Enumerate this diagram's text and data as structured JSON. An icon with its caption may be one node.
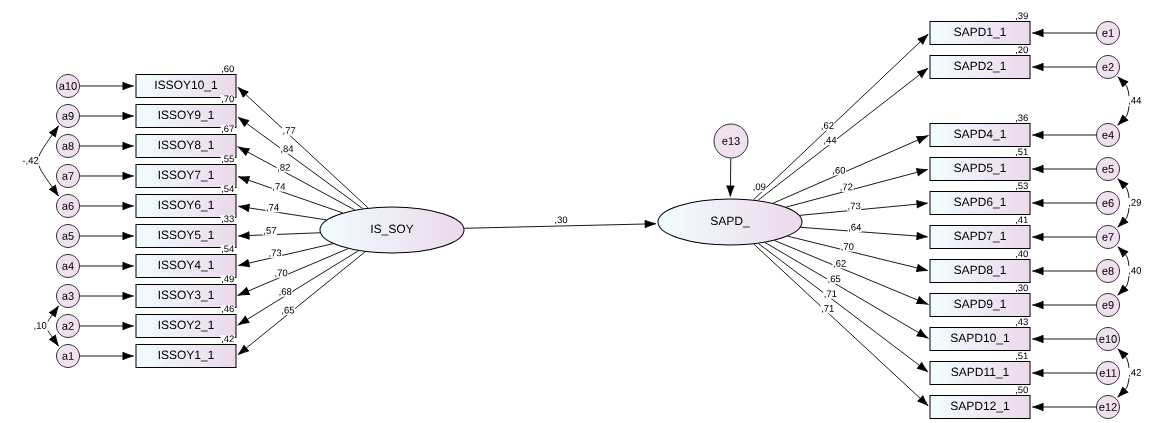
{
  "diagram": {
    "nodes": [
      {
        "text": [
          "IS_SOY"
        ]
      },
      {
        "text": [
          "SAPD_"
        ],
        "beside": [
          ",09"
        ]
      },
      {
        "text": [
          "e13"
        ]
      },
      {
        "text": [
          "ISSOY10_1"
        ],
        "beside": [
          ",60"
        ]
      },
      {
        "text": [
          "ISSOY9_1"
        ],
        "beside": [
          ",70"
        ]
      },
      {
        "text": [
          "ISSOY8_1"
        ],
        "beside": [
          ",67"
        ]
      },
      {
        "text": [
          "ISSOY7_1"
        ],
        "beside": [
          ",55"
        ]
      },
      {
        "text": [
          "ISSOY6_1"
        ],
        "beside": [
          ",54"
        ]
      },
      {
        "text": [
          "ISSOY5_1"
        ],
        "beside": [
          ",33"
        ]
      },
      {
        "text": [
          "ISSOY4_1"
        ],
        "beside": [
          ",54"
        ]
      },
      {
        "text": [
          "ISSOY3_1"
        ],
        "beside": [
          ",49"
        ]
      },
      {
        "text": [
          "ISSOY2_1"
        ],
        "beside": [
          ",46"
        ]
      },
      {
        "text": [
          "ISSOY1_1"
        ],
        "beside": [
          ",42"
        ]
      },
      {
        "text": [
          "a10"
        ]
      },
      {
        "text": [
          "a9"
        ]
      },
      {
        "text": [
          "a8"
        ]
      },
      {
        "text": [
          "a7"
        ]
      },
      {
        "text": [
          "a6"
        ]
      },
      {
        "text": [
          "a5"
        ]
      },
      {
        "text": [
          "a4"
        ]
      },
      {
        "text": [
          "a3"
        ]
      },
      {
        "text": [
          "a2"
        ]
      },
      {
        "text": [
          "a1"
        ]
      },
      {
        "text": [
          "SAPD1_1"
        ],
        "beside": [
          ",39"
        ]
      },
      {
        "text": [
          "SAPD2_1"
        ],
        "beside": [
          ",20"
        ]
      },
      {
        "text": [
          "SAPD4_1"
        ],
        "beside": [
          ",36"
        ]
      },
      {
        "text": [
          "SAPD5_1"
        ],
        "beside": [
          ",51"
        ]
      },
      {
        "text": [
          "SAPD6_1"
        ],
        "beside": [
          ",53"
        ]
      },
      {
        "text": [
          "SAPD7_1"
        ],
        "beside": [
          ",41"
        ]
      },
      {
        "text": [
          "SAPD8_1"
        ],
        "beside": [
          ",40"
        ]
      },
      {
        "text": [
          "SAPD9_1"
        ],
        "beside": [
          ",30"
        ]
      },
      {
        "text": [
          "SAPD10_1"
        ],
        "beside": [
          ",43"
        ]
      },
      {
        "text": [
          "SAPD11_1"
        ],
        "beside": [
          ",51"
        ]
      },
      {
        "text": [
          "SAPD12_1"
        ],
        "beside": [
          ",50"
        ]
      },
      {
        "text": [
          "e1"
        ]
      },
      {
        "text": [
          "e2"
        ]
      },
      {
        "text": [
          "e4"
        ]
      },
      {
        "text": [
          "e5"
        ]
      },
      {
        "text": [
          "e6"
        ]
      },
      {
        "text": [
          "e7"
        ]
      },
      {
        "text": [
          "e8"
        ]
      },
      {
        "text": [
          "e9"
        ]
      },
      {
        "text": [
          "e10"
        ]
      },
      {
        "text": [
          "e11"
        ]
      },
      {
        "text": [
          "e12"
        ]
      }
    ],
    "edges": [
      {
        "from": 13,
        "to": 3,
        "arrow": "to"
      },
      {
        "from": 14,
        "to": 4,
        "arrow": "to"
      },
      {
        "from": 15,
        "to": 5,
        "arrow": "to"
      },
      {
        "from": 16,
        "to": 6,
        "arrow": "to"
      },
      {
        "from": 17,
        "to": 7,
        "arrow": "to"
      },
      {
        "from": 18,
        "to": 8,
        "arrow": "to"
      },
      {
        "from": 19,
        "to": 9,
        "arrow": "to"
      },
      {
        "from": 20,
        "to": 10,
        "arrow": "to"
      },
      {
        "from": 21,
        "to": 11,
        "arrow": "to"
      },
      {
        "from": 22,
        "to": 12,
        "arrow": "to"
      },
      {
        "from": 0,
        "to": 3,
        "arrow": "to",
        "label": ",77"
      },
      {
        "from": 0,
        "to": 4,
        "arrow": "to",
        "label": ",84"
      },
      {
        "from": 0,
        "to": 5,
        "arrow": "to",
        "label": ",82"
      },
      {
        "from": 0,
        "to": 6,
        "arrow": "to",
        "label": ",74"
      },
      {
        "from": 0,
        "to": 7,
        "arrow": "to",
        "label": ",74"
      },
      {
        "from": 0,
        "to": 8,
        "arrow": "to",
        "label": ",57"
      },
      {
        "from": 0,
        "to": 9,
        "arrow": "to",
        "label": ",73"
      },
      {
        "from": 0,
        "to": 10,
        "arrow": "to",
        "label": ",70"
      },
      {
        "from": 0,
        "to": 11,
        "arrow": "to",
        "label": ",68"
      },
      {
        "from": 0,
        "to": 12,
        "arrow": "to",
        "label": ",65"
      },
      {
        "from": 0,
        "to": 1,
        "arrow": "to",
        "label": ",30"
      },
      {
        "from": 2,
        "to": 1,
        "arrow": "to"
      },
      {
        "from": 1,
        "to": 23,
        "arrow": "to",
        "label": ",62"
      },
      {
        "from": 1,
        "to": 24,
        "arrow": "to",
        "label": ",44"
      },
      {
        "from": 1,
        "to": 25,
        "arrow": "to",
        "label": ",60"
      },
      {
        "from": 1,
        "to": 26,
        "arrow": "to",
        "label": ",72"
      },
      {
        "from": 1,
        "to": 27,
        "arrow": "to",
        "label": ",73"
      },
      {
        "from": 1,
        "to": 28,
        "arrow": "to",
        "label": ",64"
      },
      {
        "from": 1,
        "to": 29,
        "arrow": "to",
        "label": ",70"
      },
      {
        "from": 1,
        "to": 30,
        "arrow": "to",
        "label": ",62"
      },
      {
        "from": 1,
        "to": 31,
        "arrow": "to",
        "label": ",65"
      },
      {
        "from": 1,
        "to": 32,
        "arrow": "to",
        "label": ",71"
      },
      {
        "from": 1,
        "to": 33,
        "arrow": "to",
        "label": ",71"
      },
      {
        "from": 34,
        "to": 23,
        "arrow": "to"
      },
      {
        "from": 35,
        "to": 24,
        "arrow": "to"
      },
      {
        "from": 36,
        "to": 25,
        "arrow": "to"
      },
      {
        "from": 37,
        "to": 26,
        "arrow": "to"
      },
      {
        "from": 38,
        "to": 27,
        "arrow": "to"
      },
      {
        "from": 39,
        "to": 28,
        "arrow": "to"
      },
      {
        "from": 40,
        "to": 29,
        "arrow": "to"
      },
      {
        "from": 41,
        "to": 30,
        "arrow": "to"
      },
      {
        "from": 42,
        "to": 31,
        "arrow": "to"
      },
      {
        "from": 43,
        "to": 32,
        "arrow": "to"
      },
      {
        "from": 44,
        "to": 33,
        "arrow": "to"
      },
      {
        "from": 14,
        "to": 17,
        "arrow": "both",
        "label": "-,42"
      },
      {
        "from": 20,
        "to": 22,
        "arrow": "both",
        "label": ",10"
      },
      {
        "from": 35,
        "to": 36,
        "arrow": "both",
        "label": ",44"
      },
      {
        "from": 37,
        "to": 39,
        "arrow": "both",
        "label": ",29"
      },
      {
        "from": 39,
        "to": 41,
        "arrow": "both",
        "label": ",40"
      },
      {
        "from": 42,
        "to": 44,
        "arrow": "both",
        "label": ",42"
      }
    ]
  }
}
